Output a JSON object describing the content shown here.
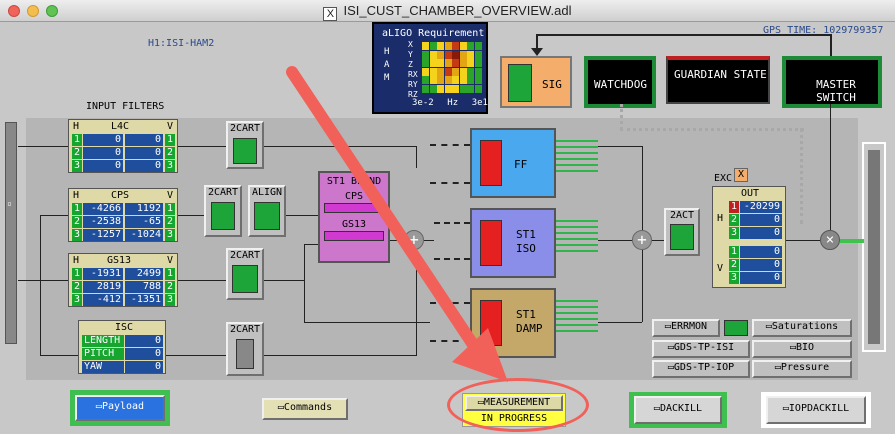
{
  "window": {
    "title": "ISI_CUST_CHAMBER_OVERVIEW.adl"
  },
  "header": {
    "chamber": "H1:ISI-HAM2",
    "gps_label": "GPS TIME: 1029799357"
  },
  "requirement": {
    "title": "aLIGO Requirement",
    "dofs": [
      "X",
      "Y",
      "Z",
      "RX",
      "RY",
      "RZ"
    ],
    "ham_letters": [
      "H",
      "A",
      "M"
    ],
    "x_labels": [
      "3e-2",
      "Hz",
      "3e1"
    ]
  },
  "top_buttons": {
    "sig": "SIG",
    "watchdog": "WATCHDOG",
    "guardian": "GUARDIAN STATE",
    "master": "MASTER SWITCH"
  },
  "input_filters": {
    "title": "INPUT FILTERS",
    "l4c": {
      "name": "L4C",
      "h": "H",
      "v": "V",
      "rows": [
        [
          "1",
          "0",
          "0",
          "1"
        ],
        [
          "2",
          "0",
          "0",
          "2"
        ],
        [
          "3",
          "0",
          "0",
          "3"
        ]
      ]
    },
    "cps": {
      "name": "CPS",
      "h": "H",
      "v": "V",
      "rows": [
        [
          "1",
          "-4266",
          "1192",
          "1"
        ],
        [
          "2",
          "-2538",
          "-65",
          "2"
        ],
        [
          "3",
          "-1257",
          "-1024",
          "3"
        ]
      ]
    },
    "gs13": {
      "name": "GS13",
      "h": "H",
      "v": "V",
      "rows": [
        [
          "1",
          "-1931",
          "2499",
          "1"
        ],
        [
          "2",
          "2819",
          "788",
          "2"
        ],
        [
          "3",
          "-412",
          "-1351",
          "3"
        ]
      ]
    },
    "isc": {
      "name": "ISC",
      "rows": [
        [
          "LENGTH",
          "0"
        ],
        [
          "PITCH",
          "0"
        ],
        [
          "YAW",
          "0"
        ]
      ]
    }
  },
  "blocks": {
    "cart1": "2CART",
    "cart2": "2CART",
    "align": "ALIGN",
    "cart3": "2CART",
    "cart4": "2CART",
    "blend_title": "ST1 BLEND",
    "blend_cps": "CPS",
    "blend_gs13": "GS13",
    "ff": "FF",
    "iso": "ST1\nISO",
    "damp": "ST1\nDAMP",
    "act": "2ACT"
  },
  "output": {
    "exc": "EXC",
    "exc_x": "X",
    "title": "OUT",
    "h": "H",
    "v": "V",
    "rows": [
      [
        "1",
        "-20299"
      ],
      [
        "2",
        "0"
      ],
      [
        "3",
        "0"
      ],
      [
        "1",
        "0"
      ],
      [
        "2",
        "0"
      ],
      [
        "3",
        "0"
      ]
    ]
  },
  "status_buttons": [
    "ERRMON",
    "Saturations",
    "GDS-TP-ISI",
    "BIO",
    "GDS-TP-IOP",
    "Pressure"
  ],
  "bottom": {
    "payload": "Payload",
    "commands": "Commands",
    "measurement": "MEASUREMENT",
    "in_progress": "IN PROGRESS",
    "dackill": "DACKILL",
    "iopdackill": "IOPDACKILL"
  },
  "colors": {
    "background": "#c8c8c8",
    "table_bg": "#dfd9a8",
    "cell_blue": "#1f4f9c",
    "cell_green": "#16a52f",
    "arrow": "#f2605a",
    "ff": "#4aa8ee",
    "iso": "#8a8ee8",
    "damp": "#c4a86a",
    "blend": "#cc77cc"
  }
}
